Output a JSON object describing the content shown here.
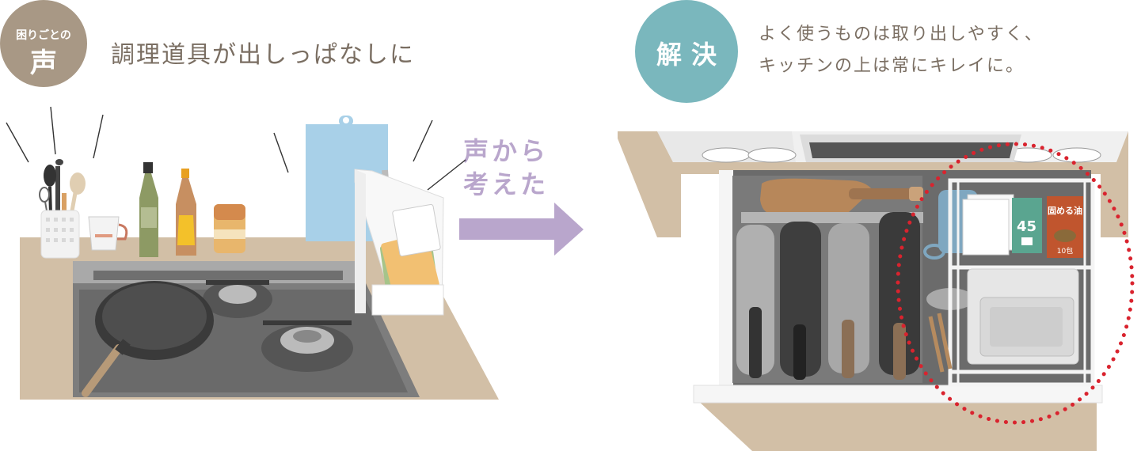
{
  "problem": {
    "badge_small": "困りごとの",
    "badge_big": "声",
    "text": "調理道具が出しっぱなしに"
  },
  "solution": {
    "badge": "解決",
    "line1": "よく使うものは取り出しやすく、",
    "line2": "キッチンの上は常にキレイに。"
  },
  "arrow": {
    "line1": "声から",
    "line2": "考えた"
  },
  "oil_box": {
    "name": "固める油",
    "count": "10包"
  },
  "bag_box": {
    "number": "45"
  },
  "colors": {
    "problem_badge": "#a89885",
    "solution_badge": "#7ab7bd",
    "arrow": "#b9a6cc",
    "highlight_ring": "#d9232e",
    "counter": "#d2bfa6"
  }
}
